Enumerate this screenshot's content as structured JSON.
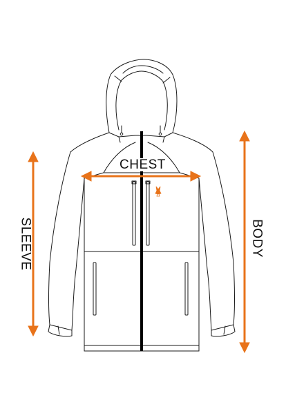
{
  "labels": {
    "chest": "CHEST",
    "sleeve": "SLEEVE",
    "body": "BODY"
  },
  "colors": {
    "outline": "#1a1a1a",
    "zipper": "#000000",
    "measure": "#e8731a",
    "background": "#ffffff"
  },
  "icons": {
    "logo": "fox-logo-icon"
  }
}
